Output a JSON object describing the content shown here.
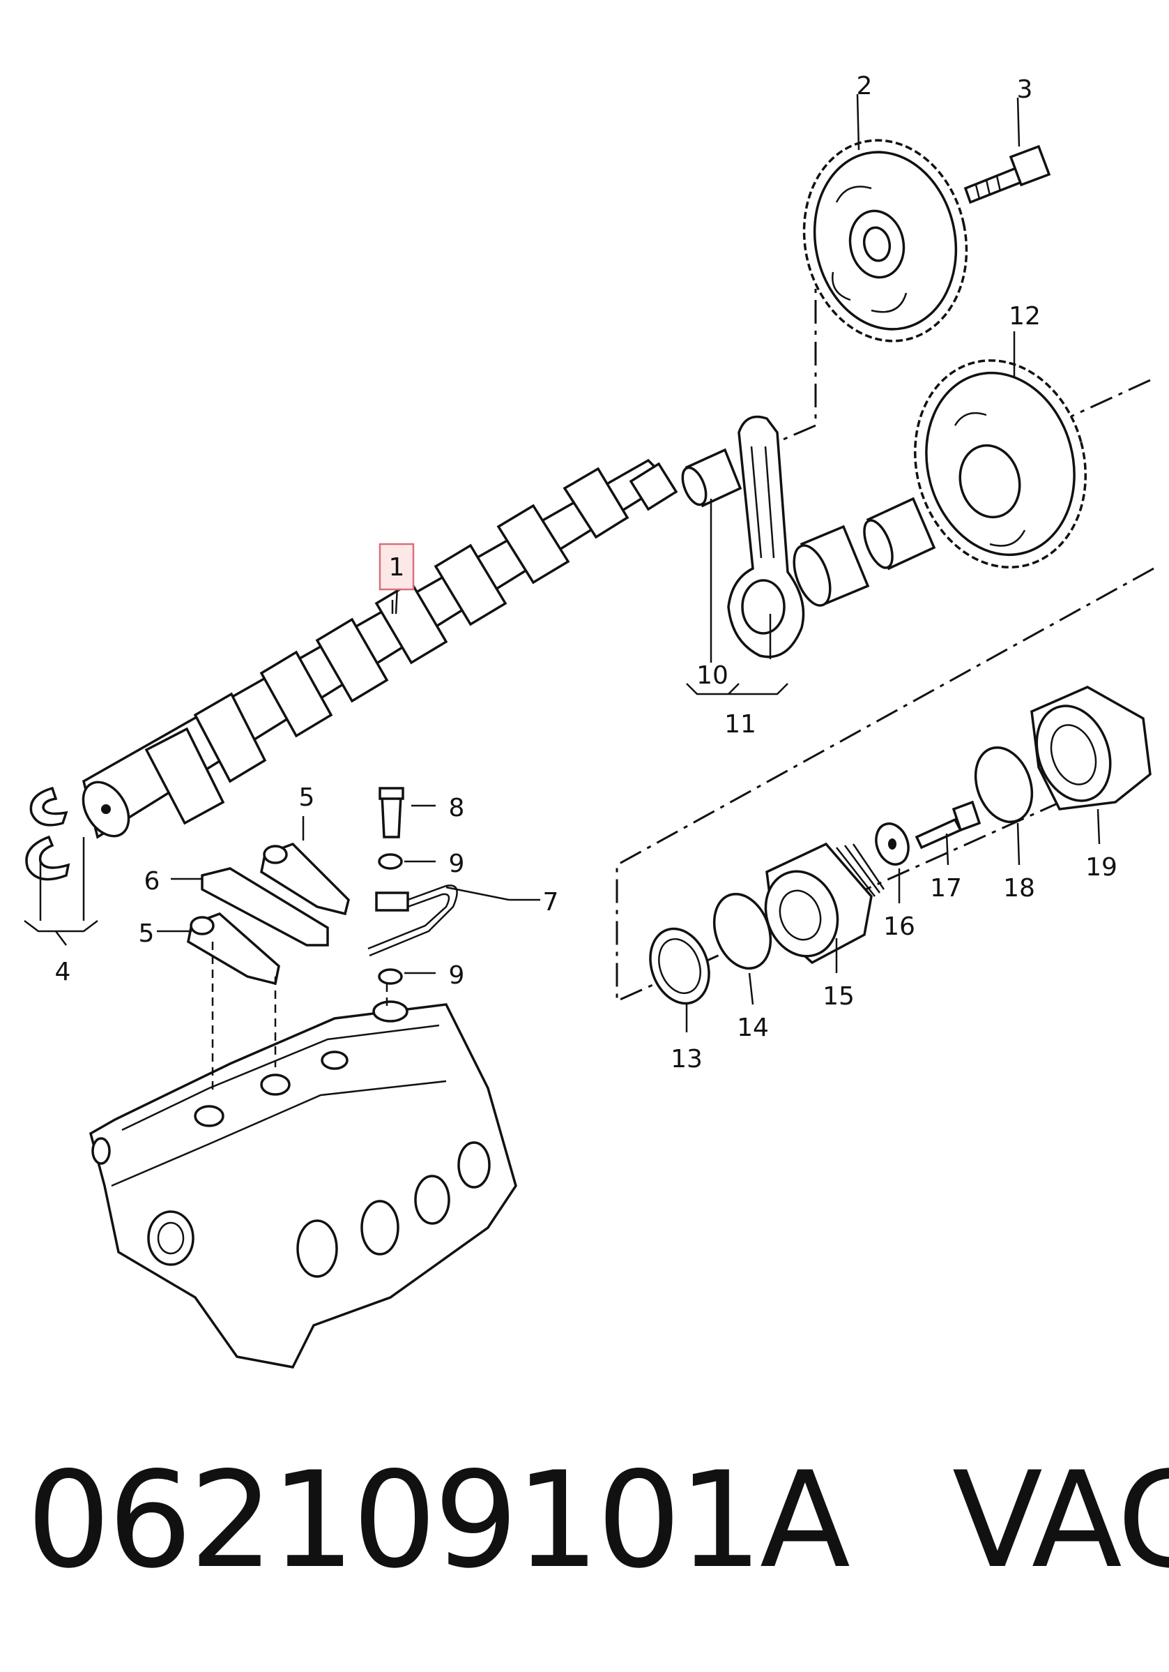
{
  "callouts": {
    "c1": "1",
    "c2": "2",
    "c3": "3",
    "c4": "4",
    "c5a": "5",
    "c5b": "5",
    "c6": "6",
    "c7": "7",
    "c8": "8",
    "c9a": "9",
    "c9b": "9",
    "c10": "10",
    "c11": "11",
    "c12": "12",
    "c13": "13",
    "c14": "14",
    "c15": "15",
    "c16": "16",
    "c17": "17",
    "c18": "18",
    "c19": "19"
  },
  "caption": {
    "part_number": "062109101A",
    "brand": "VAG"
  },
  "colors": {
    "line": "#111111",
    "highlight_fill": "#fde8e8",
    "highlight_border": "#d8707a"
  }
}
